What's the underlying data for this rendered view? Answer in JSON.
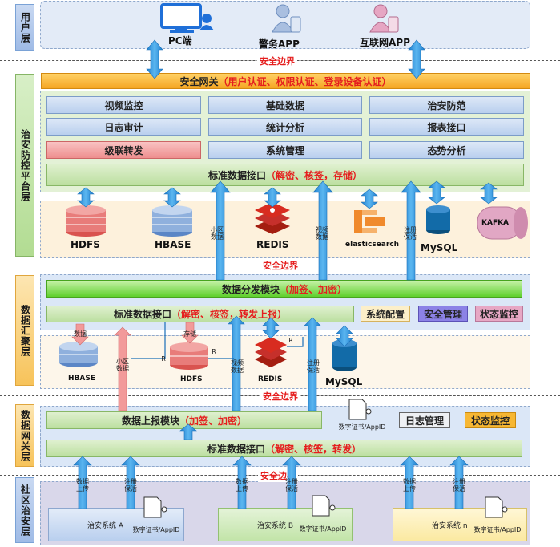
{
  "layers": {
    "user": "用户层",
    "platform": "治安防控平台层",
    "aggregation": "数据汇聚层",
    "gateway": "数据网关层",
    "community": "社区治安层"
  },
  "boundary_label": "安全边界",
  "user_layer": {
    "pc": "PC端",
    "police_app": "警务APP",
    "internet_app": "互联网APP"
  },
  "security_gateway": {
    "title": "安全网关",
    "detail": "（用户认证、权限认证、登录设备认证）"
  },
  "platform_modules": [
    [
      "视频监控",
      "基础数据",
      "治安防范"
    ],
    [
      "日志审计",
      "统计分析",
      "报表接口"
    ],
    [
      "级联转发",
      "系统管理",
      "态势分析"
    ]
  ],
  "platform_interface": {
    "title": "标准数据接口",
    "detail": "（解密、核签，存储）"
  },
  "storage_top": [
    "HDFS",
    "HBASE",
    "REDIS",
    "elasticsearch",
    "MySQL",
    "KAFKA"
  ],
  "arrow_labels": {
    "xiaoqu": "小区数据",
    "shipin": "视频数据",
    "zhuce": "注册保活",
    "shuju_upload": "数据上传",
    "zhuce_baohuo": "注册保活",
    "shuju": "数据",
    "cunchu": "存储",
    "r": "R"
  },
  "aggregation": {
    "distribute": {
      "title": "数据分发模块",
      "detail": "（加签、加密）"
    },
    "interface": {
      "title": "标准数据接口",
      "detail": "（解密、核签，转发上报）"
    },
    "config": "系统配置",
    "security": "安全管理",
    "status": "状态监控",
    "storage": [
      "HBASE",
      "HDFS",
      "REDIS",
      "MySQL"
    ]
  },
  "gateway_layer": {
    "report": {
      "title": "数据上报模块",
      "detail": "（加签、加密）"
    },
    "cert": "数字证书/AppID",
    "log": "日志管理",
    "status": "状态监控",
    "interface": {
      "title": "标准数据接口",
      "detail": "（解密、核签，转发）"
    }
  },
  "community": [
    {
      "name": "治安系统 A",
      "cert": "数字证书/AppID"
    },
    {
      "name": "治安系统 B",
      "cert": "数字证书/AppID"
    },
    {
      "name": "治安系统 n",
      "cert": "数字证书/AppID"
    }
  ],
  "colors": {
    "accent_blue": "#2b8fd8",
    "alert_red": "#e51e1e",
    "gateway_orange": "#f5a623",
    "status_yellow": "#f7b733",
    "security_purple": "#8c82e6",
    "status_pink": "#e7a7c4"
  }
}
